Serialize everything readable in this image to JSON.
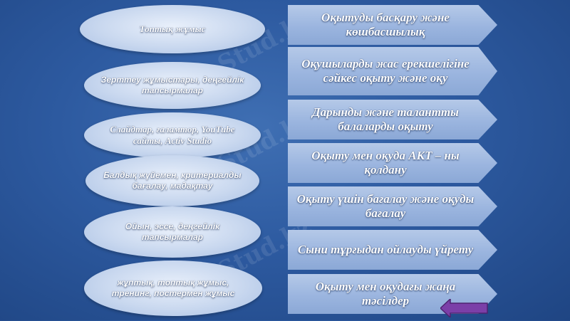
{
  "watermark": "Stud.kz",
  "left_items": [
    {
      "label": "Топтық жұмыс"
    },
    {
      "label": "Зерттеу жұмыстары, деңгейлік тапсырмалар"
    },
    {
      "label": "Слайдтар, ғаламтор, YouTube сайты, Activ Studio"
    },
    {
      "label": "Балдық жүйемен, критериалды бағалау, мадақтау"
    },
    {
      "label": "Ойын, эссе, деңгейлік тапсырмалар"
    },
    {
      "label": "жұптық, топтық жұмыс, тренинг, постермен жұмыс"
    }
  ],
  "right_items": [
    {
      "label": "Оқытуды басқару және көшбасшылық"
    },
    {
      "label": "Оқушыларды жас ерекшелігіне сәйкес оқыту және оқу"
    },
    {
      "label": "Дарынды және талантты балаларды оқыту"
    },
    {
      "label": "Оқыту мен оқуда АКТ – ны қолдану"
    },
    {
      "label": "Оқыту үшін бағалау және оқуды бағалау"
    },
    {
      "label": "Сыни тұрғыдан ойлауды үйрету"
    },
    {
      "label": "Оқыту мен оқудағы жаңа тәсілдер"
    }
  ],
  "colors": {
    "background": "#2d5aa0",
    "ellipse_fill": "#c9d8ef",
    "arrow_fill": "#9bb5df",
    "back_button": "#7b3fa8"
  },
  "icons": {
    "back_button": "left-arrow-icon"
  }
}
